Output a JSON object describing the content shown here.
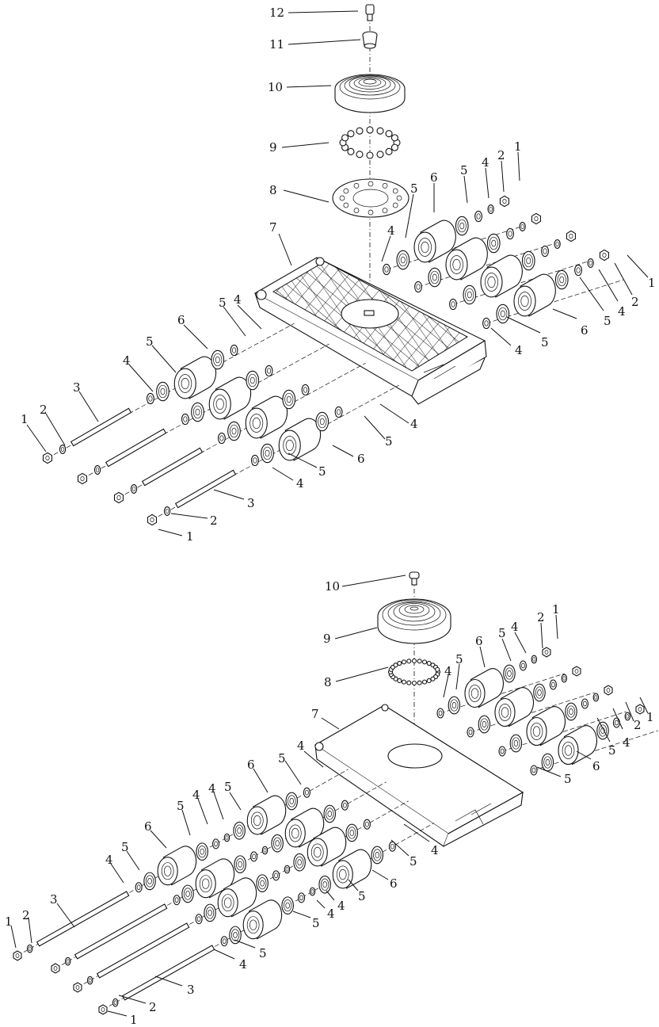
{
  "diagrams": [
    {
      "labels": [
        "1",
        "2",
        "3",
        "4",
        "5",
        "6",
        "7",
        "8",
        "9",
        "10",
        "11",
        "12"
      ]
    },
    {
      "labels": [
        "1",
        "2",
        "3",
        "4",
        "5",
        "6",
        "7",
        "8",
        "9",
        "10"
      ]
    }
  ],
  "colors": {
    "line": "#111111",
    "background": "#ffffff"
  }
}
